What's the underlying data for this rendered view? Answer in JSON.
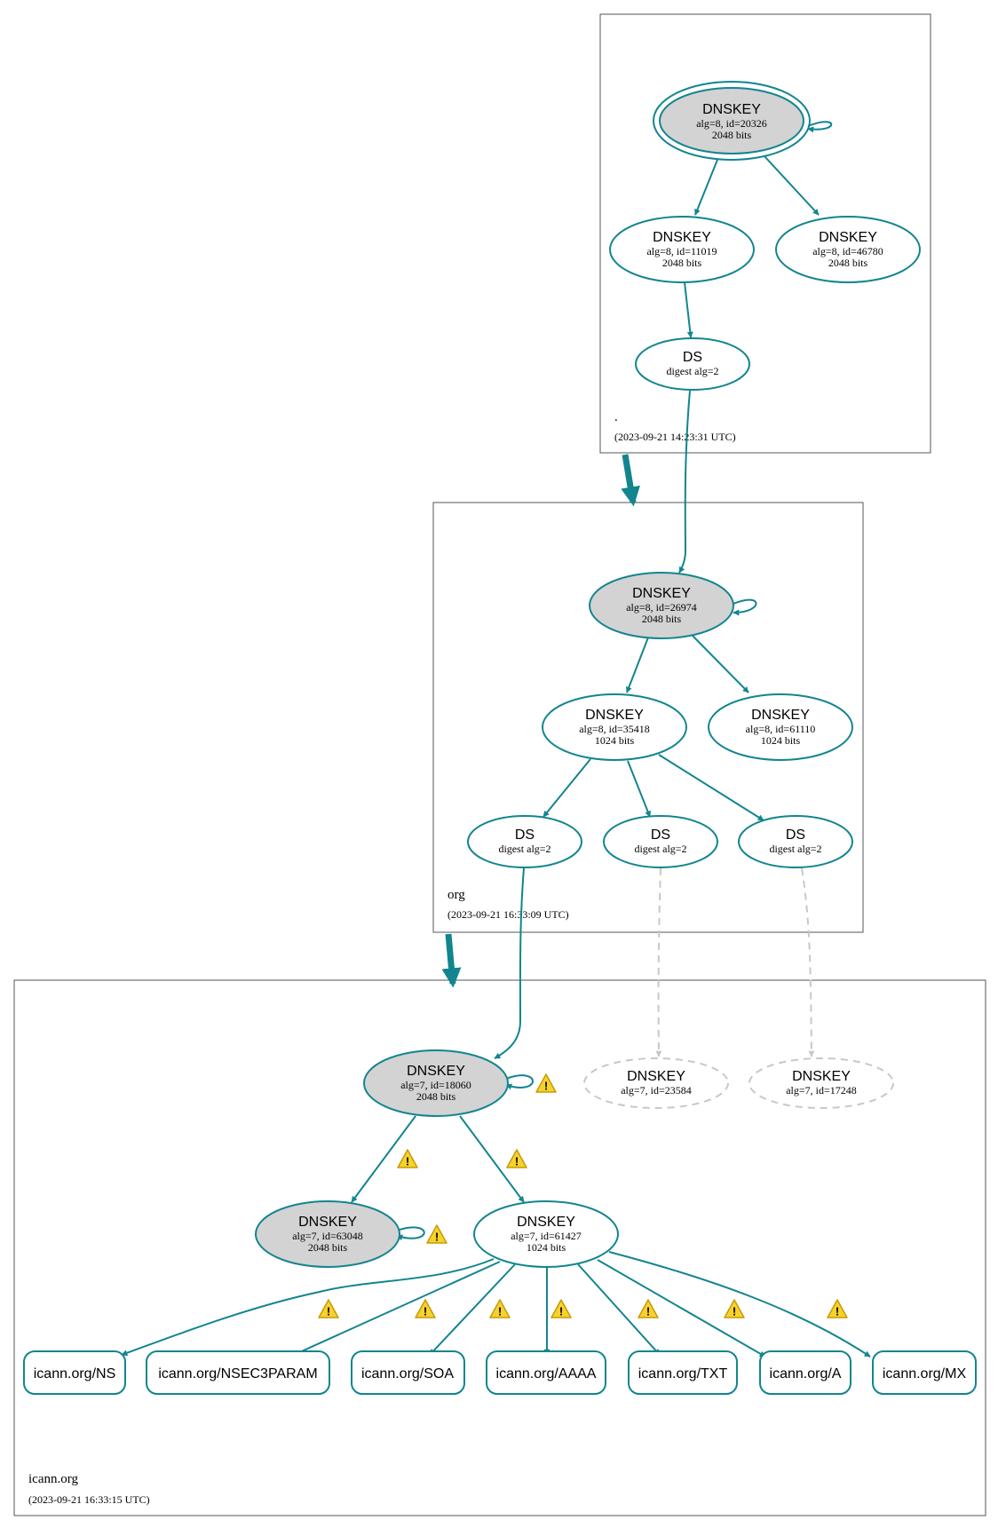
{
  "colors": {
    "edge": "#12858f",
    "node_stroke": "#12858f",
    "node_fill_ksk": "#d3d3d3",
    "missing": "#c8c8c8",
    "zone_border": "#555555",
    "warning_fill": "#f7d22d",
    "warning_stroke": "#c79a06"
  },
  "zones": {
    "root": {
      "name": ".",
      "timestamp": "(2023-09-21 14:23:31 UTC)"
    },
    "org": {
      "name": "org",
      "timestamp": "(2023-09-21 16:33:09 UTC)"
    },
    "icann": {
      "name": "icann.org",
      "timestamp": "(2023-09-21 16:33:15 UTC)"
    }
  },
  "nodes": {
    "root_ksk": {
      "title": "DNSKEY",
      "line1": "alg=8, id=20326",
      "line2": "2048 bits"
    },
    "root_zsk1": {
      "title": "DNSKEY",
      "line1": "alg=8, id=11019",
      "line2": "2048 bits"
    },
    "root_zsk2": {
      "title": "DNSKEY",
      "line1": "alg=8, id=46780",
      "line2": "2048 bits"
    },
    "root_ds": {
      "title": "DS",
      "line1": "digest alg=2"
    },
    "org_ksk": {
      "title": "DNSKEY",
      "line1": "alg=8, id=26974",
      "line2": "2048 bits"
    },
    "org_zsk1": {
      "title": "DNSKEY",
      "line1": "alg=8, id=35418",
      "line2": "1024 bits"
    },
    "org_zsk2": {
      "title": "DNSKEY",
      "line1": "alg=8, id=61110",
      "line2": "1024 bits"
    },
    "org_ds1": {
      "title": "DS",
      "line1": "digest alg=2"
    },
    "org_ds2": {
      "title": "DS",
      "line1": "digest alg=2"
    },
    "org_ds3": {
      "title": "DS",
      "line1": "digest alg=2"
    },
    "icann_ksk": {
      "title": "DNSKEY",
      "line1": "alg=7, id=18060",
      "line2": "2048 bits"
    },
    "icann_missing1": {
      "title": "DNSKEY",
      "line1": "alg=7, id=23584"
    },
    "icann_missing2": {
      "title": "DNSKEY",
      "line1": "alg=7, id=17248"
    },
    "icann_ksk2": {
      "title": "DNSKEY",
      "line1": "alg=7, id=63048",
      "line2": "2048 bits"
    },
    "icann_zsk": {
      "title": "DNSKEY",
      "line1": "alg=7, id=61427",
      "line2": "1024 bits"
    }
  },
  "rrsets": [
    "icann.org/NS",
    "icann.org/NSEC3PARAM",
    "icann.org/SOA",
    "icann.org/AAAA",
    "icann.org/TXT",
    "icann.org/A",
    "icann.org/MX"
  ],
  "warning_glyph": "!"
}
